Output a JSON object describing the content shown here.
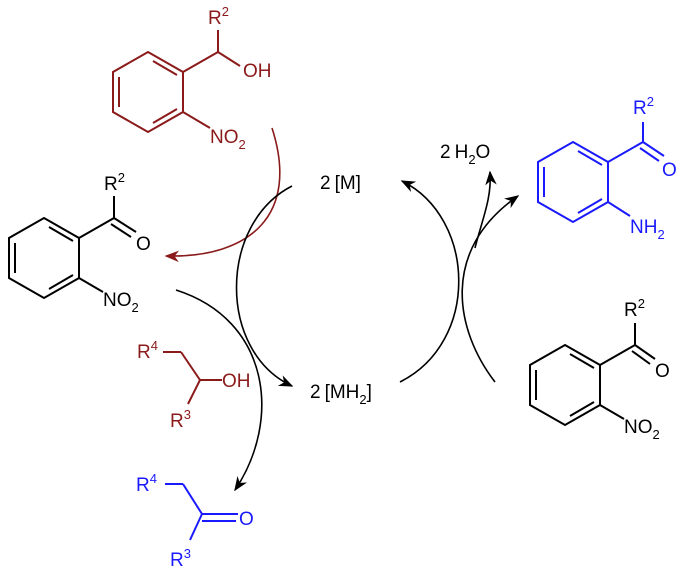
{
  "colors": {
    "black": "#000000",
    "darkred": "#8b1a1a",
    "blue": "#1a1aff"
  },
  "catalyst": {
    "m_coef": "2",
    "m_label": "[M]",
    "mh2_coef": "2",
    "mh2_label": "[MH",
    "mh2_sub": "2",
    "mh2_close": "]"
  },
  "water": {
    "coef": "2",
    "h": "H",
    "sub": "2",
    "o": "O"
  },
  "alcohol_substrate": {
    "r": "R",
    "r_sup": "2",
    "oh": "OH",
    "no": "NO",
    "no_sub": "2"
  },
  "ketone_intermediate": {
    "r": "R",
    "r_sup": "2",
    "o": "O",
    "no": "NO",
    "no_sub": "2"
  },
  "secondary_alcohol": {
    "r4": "R",
    "r4_sup": "4",
    "r3": "R",
    "r3_sup": "3",
    "oh": "OH"
  },
  "ketone_product": {
    "r4": "R",
    "r4_sup": "4",
    "r3": "R",
    "r3_sup": "3",
    "o": "O"
  },
  "amino_product": {
    "r": "R",
    "r_sup": "2",
    "o": "O",
    "nh": "NH",
    "nh_sub": "2"
  },
  "nitro_ketone_right": {
    "r": "R",
    "r_sup": "2",
    "o": "O",
    "no": "NO",
    "no_sub": "2"
  }
}
